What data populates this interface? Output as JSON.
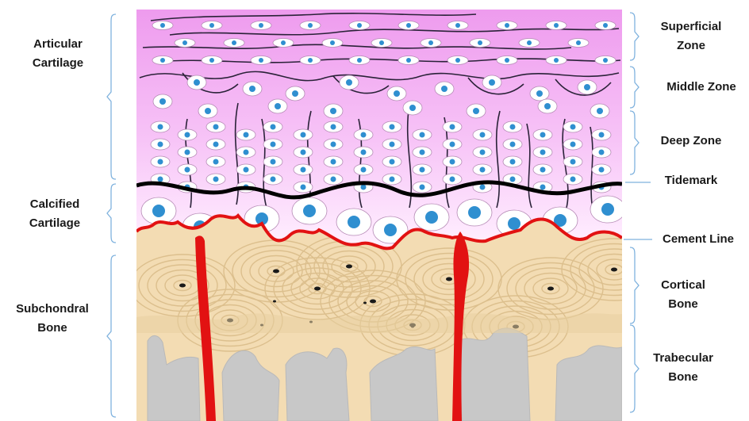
{
  "labels": {
    "left": {
      "articular_cartilage": [
        "Articular",
        "Cartilage"
      ],
      "calcified_cartilage": [
        "Calcified",
        "Cartilage"
      ],
      "subchondral_bone": [
        "Subchondral",
        "Bone"
      ]
    },
    "right": {
      "superficial_zone": [
        "Superficial",
        "Zone"
      ],
      "middle_zone": "Middle Zone",
      "deep_zone": "Deep Zone",
      "tidemark": "Tidemark",
      "cement_line": "Cement Line",
      "cortical_bone": [
        "Cortical",
        "Bone"
      ],
      "trabecular_bone": [
        "Trabecular",
        "Bone"
      ]
    }
  },
  "colors": {
    "cartilage_top": "#f2a8f2",
    "cartilage_bottom": "#ffe6ff",
    "bone": "#f3dcb3",
    "bone_rings": "#dcbf8d",
    "trabecular": "#c8c8c8",
    "bracket": "#7fb2de",
    "tidemark": "#000000",
    "cement_line": "#e21212",
    "vessel": "#e21212",
    "cell_nucleus": "#2f8fd0"
  }
}
